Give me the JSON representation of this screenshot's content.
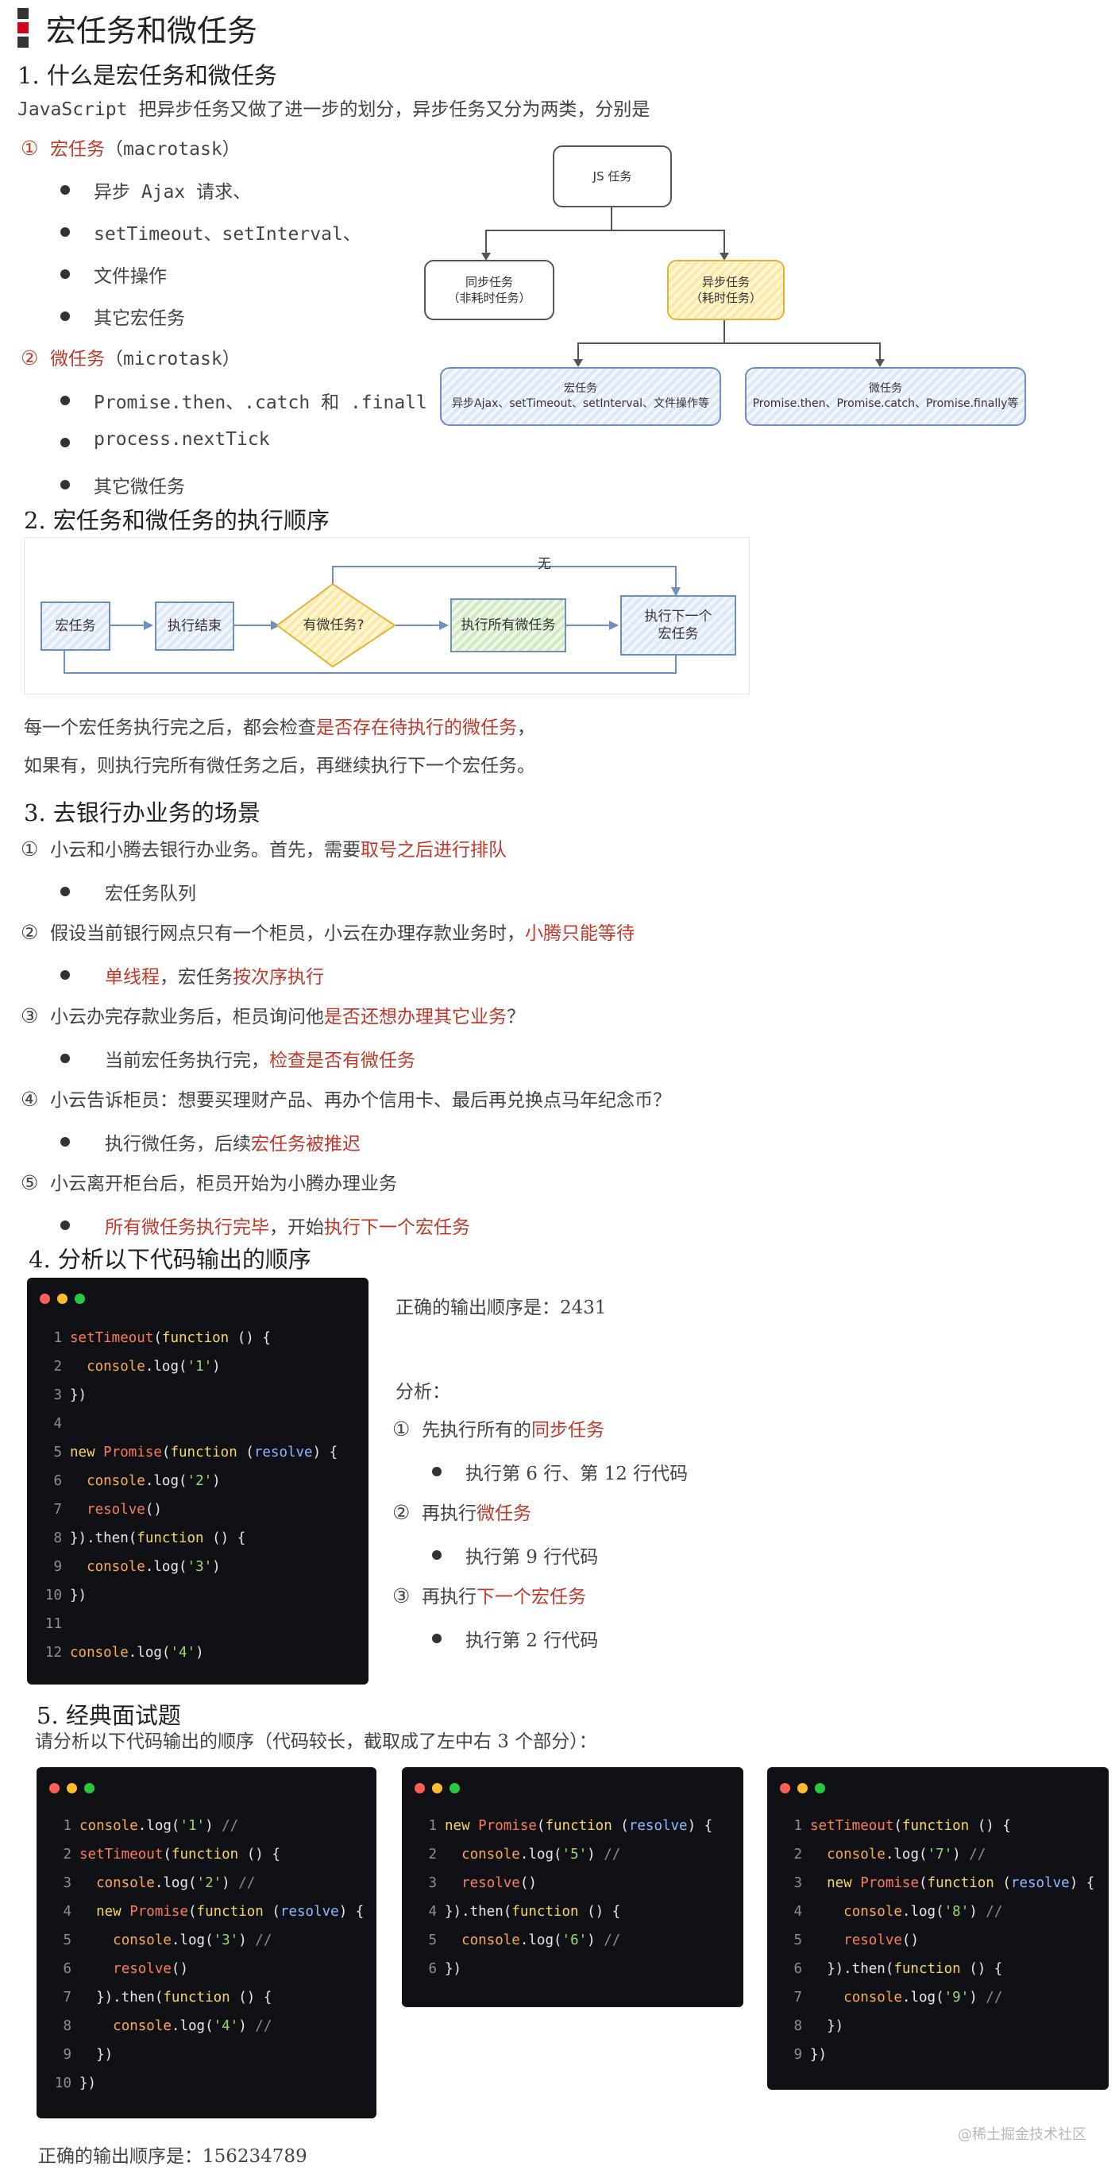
{
  "title": "宏任务和微任务",
  "s1": {
    "heading": "1. 什么是宏任务和微任务",
    "intro": "JavaScript 把异步任务又做了进一步的划分，异步任务又分为两类，分别是",
    "macro": {
      "num": "①",
      "label": "宏任务",
      "en": "（macrotask）",
      "items": [
        "异步 Ajax 请求、",
        "setTimeout、setInterval、",
        "文件操作",
        "其它宏任务"
      ]
    },
    "micro": {
      "num": "②",
      "label": "微任务",
      "en": "（microtask）",
      "items": [
        "Promise.then、.catch 和 .finall",
        "process.nextTick",
        "其它微任务"
      ]
    },
    "diagram": {
      "root": "JS 任务",
      "sync": [
        "同步任务",
        "（非耗时任务）"
      ],
      "async": [
        "异步任务",
        "（耗时任务）"
      ],
      "macro": [
        "宏任务",
        "异步Ajax、setTimeout、setInterval、文件操作等"
      ],
      "micro": [
        "微任务",
        "Promise.then、Promise.catch、Promise.finally等"
      ]
    }
  },
  "s2": {
    "heading": "2. 宏任务和微任务的执行顺序",
    "flow": {
      "n1": "宏任务",
      "n2": "执行结束",
      "n3": "有微任务?",
      "n4": "执行所有微任务",
      "n5a": "执行下一个",
      "n5b": "宏任务",
      "no": "无"
    },
    "p1a": "每一个宏任务执行完之后，都会检查",
    "p1b": "是否存在待执行的微任务",
    "p1c": "，",
    "p2": "如果有，则执行完所有微任务之后，再继续执行下一个宏任务。"
  },
  "s3": {
    "heading": "3. 去银行办业务的场景",
    "i1": {
      "num": "①",
      "a": "小云和小腾去银行办业务。首先，需要",
      "b": "取号之后进行排队"
    },
    "b1": "宏任务队列",
    "i2": {
      "num": "②",
      "a": "假设当前银行网点只有一个柜员，小云在办理存款业务时，",
      "b": "小腾只能等待"
    },
    "b2": {
      "a": "单线程",
      "b": "，宏任务",
      "c": "按次序执行"
    },
    "i3": {
      "num": "③",
      "a": "小云办完存款业务后，柜员询问他",
      "b": "是否还想办理其它业务",
      "c": "？"
    },
    "b3": {
      "a": "当前宏任务执行完，",
      "b": "检查是否有微任务"
    },
    "i4": {
      "num": "④",
      "a": "小云告诉柜员：想要买理财产品、再办个信用卡、最后再兑换点马年纪念币？"
    },
    "b4": {
      "a": "执行微任务，后续",
      "b": "宏任务被推迟"
    },
    "i5": {
      "num": "⑤",
      "a": "小云离开柜台后，柜员开始为小腾办理业务"
    },
    "b5": {
      "a": "所有微任务执行完毕",
      "b": "，开始",
      "c": "执行下一个宏任务"
    }
  },
  "s4": {
    "heading": "4. 分析以下代码输出的顺序",
    "answer": "正确的输出顺序是：2431",
    "analysis": "分析：",
    "a1": {
      "num": "①",
      "a": "先执行所有的",
      "b": "同步任务"
    },
    "a1b": "执行第 6 行、第 12 行代码",
    "a2": {
      "num": "②",
      "a": "再执行",
      "b": "微任务"
    },
    "a2b": "执行第 9 行代码",
    "a3": {
      "num": "③",
      "a": "再执行",
      "b": "下一个宏任务"
    },
    "a3b": "执行第 2 行代码"
  },
  "s5": {
    "heading": "5. 经典面试题",
    "intro": "请分析以下代码输出的顺序（代码较长，截取成了左中右 3 个部分）：",
    "answer": "正确的输出顺序是：156234789"
  },
  "watermark": "@稀土掘金技术社区",
  "colors": {
    "accent_red": "#c0392b",
    "code_bg": "#0f1117",
    "dot_red": "#ff5f56",
    "dot_yellow": "#ffbd2e",
    "dot_green": "#27c93f"
  }
}
